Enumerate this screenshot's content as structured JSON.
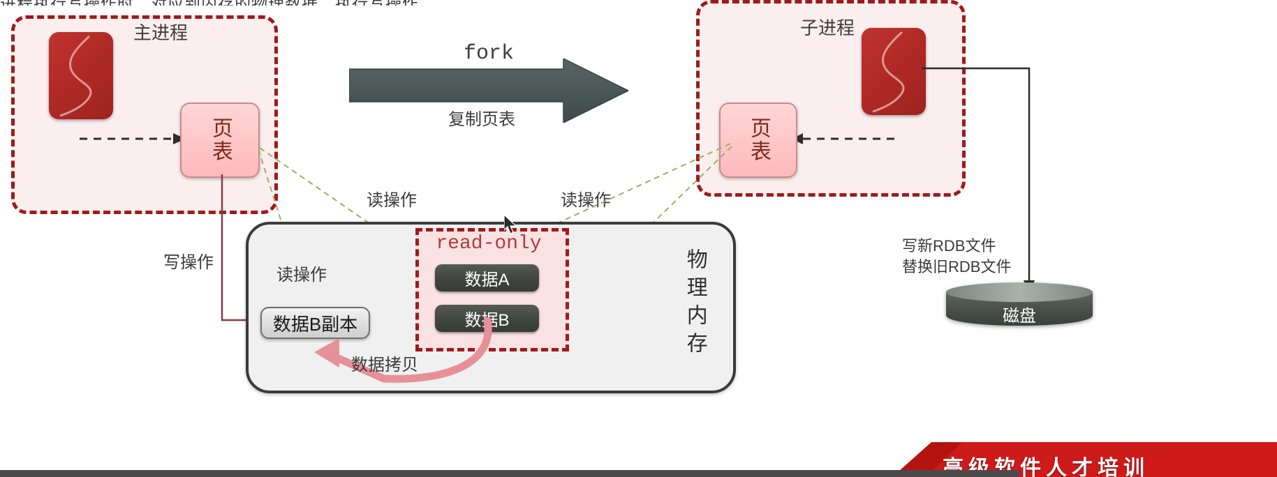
{
  "meta": {
    "title_clipped": "进程执行写操作时，对应到内存的物理数据，执行写操作。"
  },
  "parent_process": {
    "title": "主进程",
    "logo_icon": "redis-logo-icon",
    "page_table": "页表"
  },
  "child_process": {
    "title": "子进程",
    "logo_icon": "redis-logo-icon",
    "page_table": "页表"
  },
  "fork": {
    "arrow_icon": "fork-arrow-icon",
    "label_above": "fork",
    "label_below": "复制页表"
  },
  "labels": {
    "read_op_left": "读操作",
    "read_op_right": "读操作",
    "read_op_inner": "读操作",
    "write_op": "写操作",
    "data_copy": "数据拷贝",
    "rdb_line1": "写新RDB文件",
    "rdb_line2": "替换旧RDB文件"
  },
  "memory": {
    "title": "物理内存",
    "copy_chip": "数据B副本",
    "read_only_region": {
      "title": "read-only",
      "chips": [
        "数据A",
        "数据B"
      ]
    }
  },
  "disk": {
    "label": "磁盘",
    "icon": "disk-cylinder-icon"
  },
  "banner": {
    "text": "高级软件人才培训"
  },
  "cursor": {
    "icon": "mouse-pointer-icon"
  },
  "colors": {
    "dashed_red": "#9e1b1b",
    "proc_fill": "#fbeeee",
    "page_table_fill": "#ffc3c6",
    "arrow_slate": "#4a5654",
    "chip_dark": "#40453f",
    "green_dash": "#8fbf4a",
    "pink_arrow": "#e8909a",
    "banner_red": "#cf1a1a",
    "memory_fill": "#f0f0f0"
  }
}
